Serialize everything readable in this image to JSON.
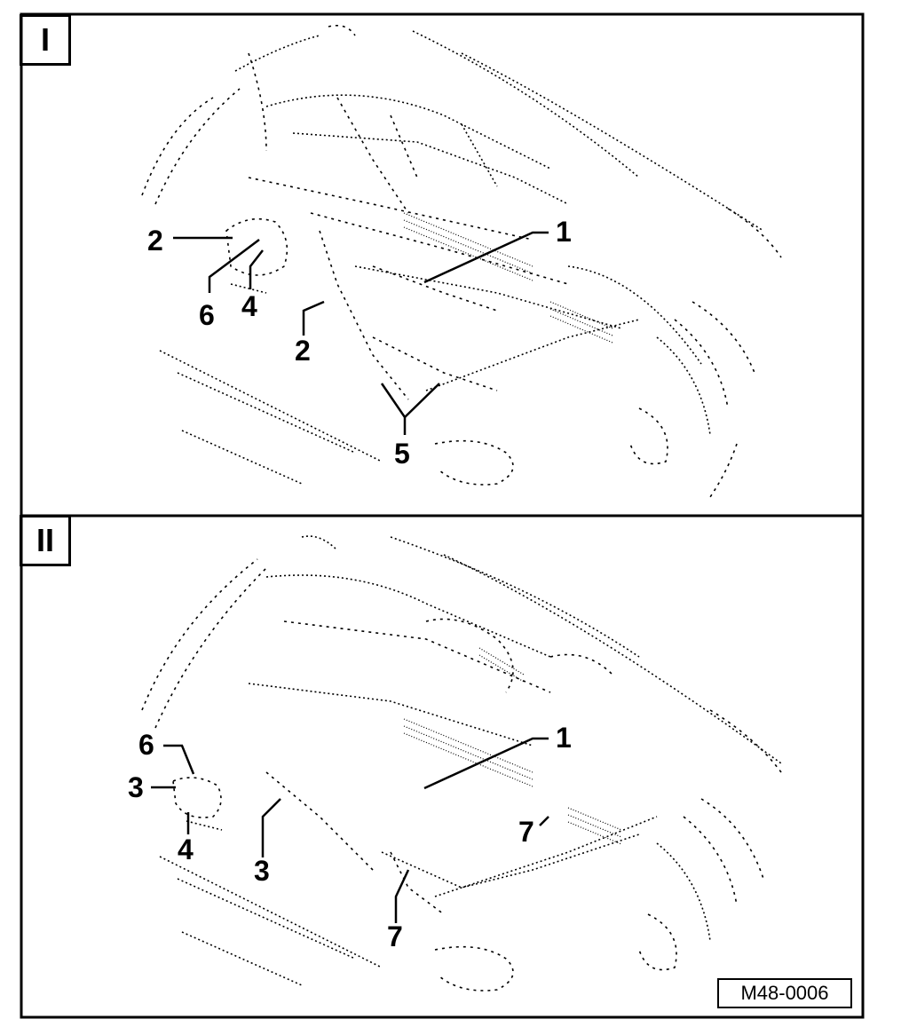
{
  "panels": [
    {
      "tag": "I",
      "callouts": [
        "2",
        "6",
        "4",
        "1",
        "2",
        "5"
      ]
    },
    {
      "tag": "II",
      "callouts": [
        "6",
        "3",
        "4",
        "3",
        "1",
        "7",
        "7"
      ]
    }
  ],
  "reference_code": "M48-0006"
}
